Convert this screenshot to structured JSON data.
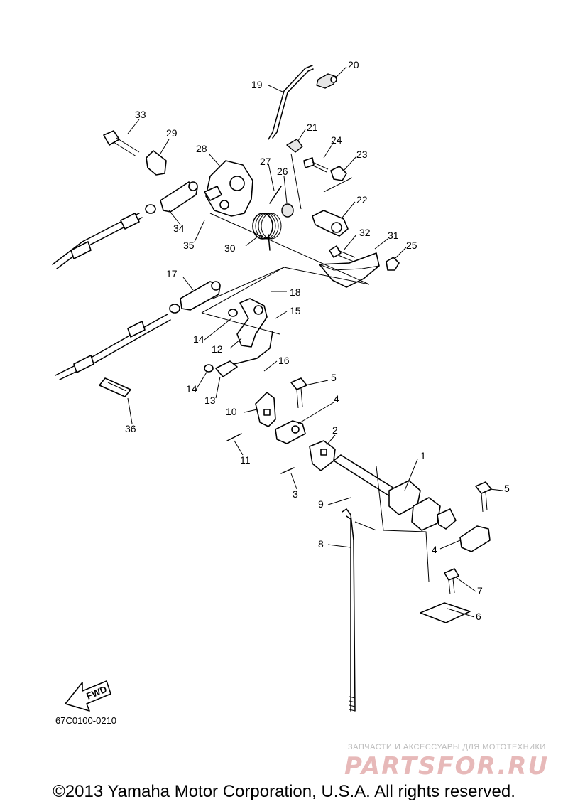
{
  "diagram": {
    "part_numbers": [
      "1",
      "2",
      "3",
      "4",
      "5",
      "6",
      "7",
      "8",
      "9",
      "10",
      "11",
      "12",
      "13",
      "14",
      "15",
      "16",
      "17",
      "18",
      "19",
      "20",
      "21",
      "22",
      "23",
      "24",
      "25",
      "26",
      "27",
      "28",
      "29",
      "30",
      "31",
      "32",
      "33",
      "34",
      "35",
      "36"
    ],
    "callouts": [
      {
        "id": "1",
        "label": "1"
      },
      {
        "id": "2",
        "label": "2"
      },
      {
        "id": "3",
        "label": "3"
      },
      {
        "id": "4a",
        "label": "4"
      },
      {
        "id": "4b",
        "label": "4"
      },
      {
        "id": "5a",
        "label": "5"
      },
      {
        "id": "5b",
        "label": "5"
      },
      {
        "id": "6",
        "label": "6"
      },
      {
        "id": "7",
        "label": "7"
      },
      {
        "id": "8",
        "label": "8"
      },
      {
        "id": "9",
        "label": "9"
      },
      {
        "id": "10",
        "label": "10"
      },
      {
        "id": "11",
        "label": "11"
      },
      {
        "id": "12",
        "label": "12"
      },
      {
        "id": "13",
        "label": "13"
      },
      {
        "id": "14a",
        "label": "14"
      },
      {
        "id": "14b",
        "label": "14"
      },
      {
        "id": "15",
        "label": "15"
      },
      {
        "id": "16",
        "label": "16"
      },
      {
        "id": "17",
        "label": "17"
      },
      {
        "id": "18",
        "label": "18"
      },
      {
        "id": "19",
        "label": "19"
      },
      {
        "id": "20",
        "label": "20"
      },
      {
        "id": "21",
        "label": "21"
      },
      {
        "id": "22",
        "label": "22"
      },
      {
        "id": "23",
        "label": "23"
      },
      {
        "id": "24",
        "label": "24"
      },
      {
        "id": "25",
        "label": "25"
      },
      {
        "id": "26",
        "label": "26"
      },
      {
        "id": "27",
        "label": "27"
      },
      {
        "id": "28",
        "label": "28"
      },
      {
        "id": "29",
        "label": "29"
      },
      {
        "id": "30",
        "label": "30"
      },
      {
        "id": "31",
        "label": "31"
      },
      {
        "id": "32",
        "label": "32"
      },
      {
        "id": "33",
        "label": "33"
      },
      {
        "id": "34",
        "label": "34"
      },
      {
        "id": "35",
        "label": "35"
      },
      {
        "id": "36",
        "label": "36"
      }
    ],
    "fwd_label": "FWD",
    "reference_code": "67C0100-0210"
  },
  "copyright": "©2013 Yamaha Motor Corporation, U.S.A. All rights reserved.",
  "watermark": {
    "tagline": "ЗАПЧАСТИ И АКСЕССУАРЫ ДЛЯ МОТОТЕХНИКИ",
    "brand": "PARTSFOR.RU"
  }
}
